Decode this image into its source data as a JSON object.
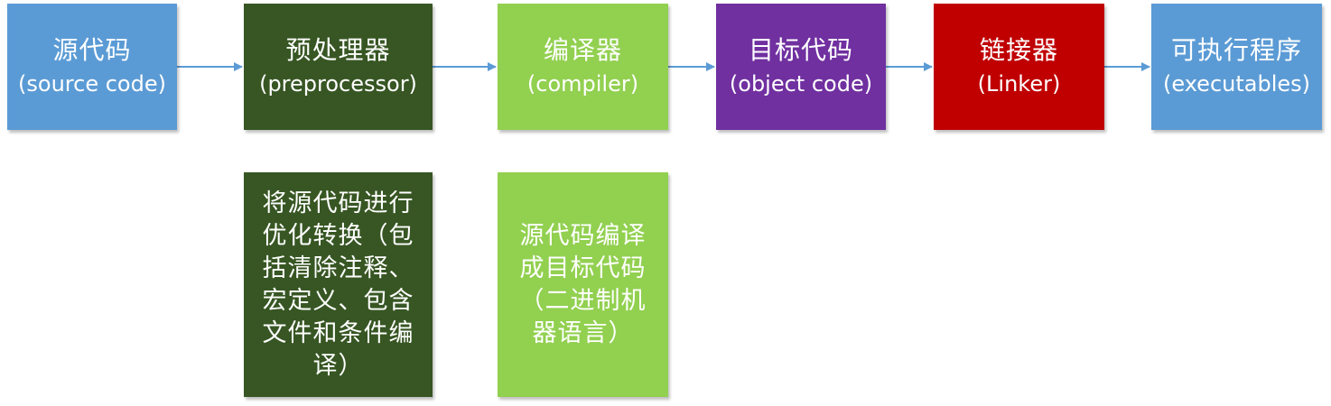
{
  "flow": {
    "stages": [
      {
        "zh": "源代码",
        "en": "(source code)",
        "color": "#5B9BD5",
        "text_color": "#ffffff"
      },
      {
        "zh": "预处理器",
        "en": "(preprocessor)",
        "color": "#375623",
        "text_color": "#ffffff"
      },
      {
        "zh": "编译器",
        "en": "(compiler)",
        "color": "#92D050",
        "text_color": "#ffffff"
      },
      {
        "zh": "目标代码",
        "en": "(object code)",
        "color": "#7030A0",
        "text_color": "#ffffff"
      },
      {
        "zh": "链接器",
        "en": "(Linker)",
        "color": "#C00000",
        "text_color": "#ffffff"
      },
      {
        "zh": "可执行程序",
        "en": "(executables)",
        "color": "#5B9BD5",
        "text_color": "#ffffff"
      }
    ],
    "notes": [
      {
        "text": "将源代码进行优化转换（包括清除注释、宏定义、包含文件和条件编译）",
        "color": "#375623",
        "text_color": "#ffffff"
      },
      {
        "text": "源代码编译成目标代码（二进制机器语言）",
        "color": "#92D050",
        "text_color": "#ffffff"
      }
    ],
    "arrow_color": "#5B9BD5"
  }
}
